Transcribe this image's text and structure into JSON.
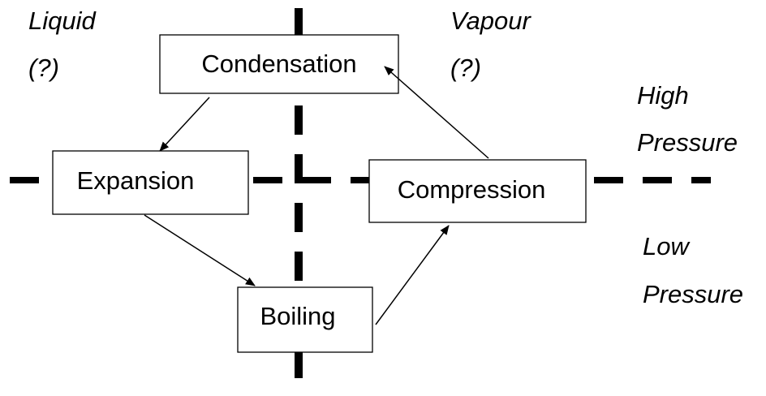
{
  "regions": {
    "liquid": {
      "label": "Liquid",
      "note": "(?)"
    },
    "vapour": {
      "label": "Vapour",
      "note": "(?)"
    },
    "high_pressure": {
      "line1": "High",
      "line2": "Pressure"
    },
    "low_pressure": {
      "line1": "Low",
      "line2": "Pressure"
    }
  },
  "stages": {
    "condensation": "Condensation",
    "expansion": "Expansion",
    "compression": "Compression",
    "boiling": "Boiling"
  },
  "flow": [
    {
      "from": "condensation",
      "to": "expansion"
    },
    {
      "from": "expansion",
      "to": "boiling"
    },
    {
      "from": "boiling",
      "to": "compression"
    },
    {
      "from": "compression",
      "to": "condensation"
    }
  ]
}
